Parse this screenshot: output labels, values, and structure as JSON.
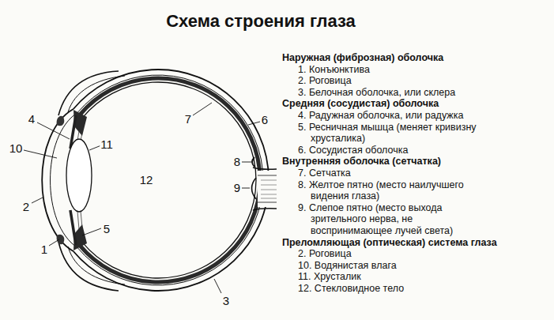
{
  "diagram": {
    "title": "Схема строения глаза",
    "labels": [
      "4",
      "10",
      "11",
      "7",
      "6",
      "12",
      "8",
      "9",
      "2",
      "5",
      "1",
      "3",
      "Наружная (фиброзная) оболочка",
      "1. Конъюнктива",
      "2. Роговица",
      "3. Белочная оболочка, или склера",
      "Средняя (сосудистая) оболочка",
      "4. Радужная оболочка, или радужка",
      "5. Ресничная мышца (меняет кривизну хрусталика)",
      "6. Сосудистая оболочка",
      "Внутренняя оболочка (сетчатка)",
      "7. Сетчатка",
      "8. Желтое пятно (место наилучшего видения глаза)",
      "9. Слепое пятно (место выхода зрительного нерва, не воспринимающее лучей света)",
      "Преломляющая (оптическая) система глаза",
      "2. Роговица",
      "10. Водянистая влага",
      "11. Хрусталик",
      "12. Стекловидное тело"
    ]
  }
}
